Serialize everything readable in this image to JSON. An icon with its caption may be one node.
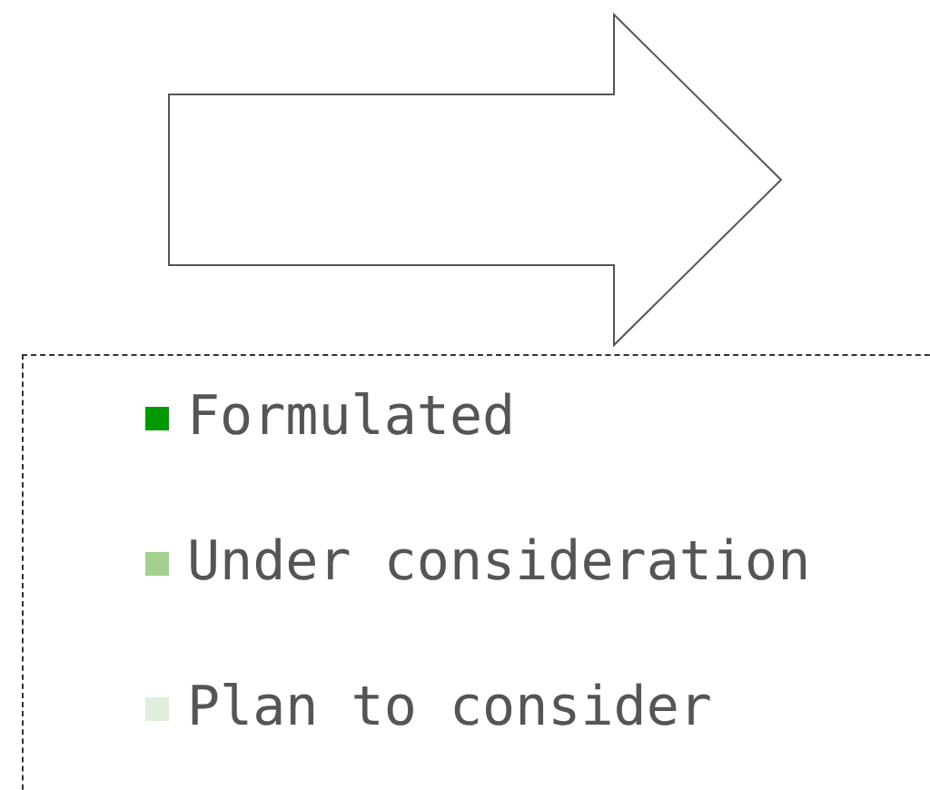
{
  "diagram": {
    "nodes": [
      {
        "text": [],
        "shape": "arrow"
      }
    ],
    "legend": [
      {
        "text": "Formulated",
        "color": "#009900"
      },
      {
        "text": "Under consideration",
        "color": "#a3d08f"
      },
      {
        "text": "Plan to consider",
        "color": "#e0eedb"
      }
    ]
  }
}
